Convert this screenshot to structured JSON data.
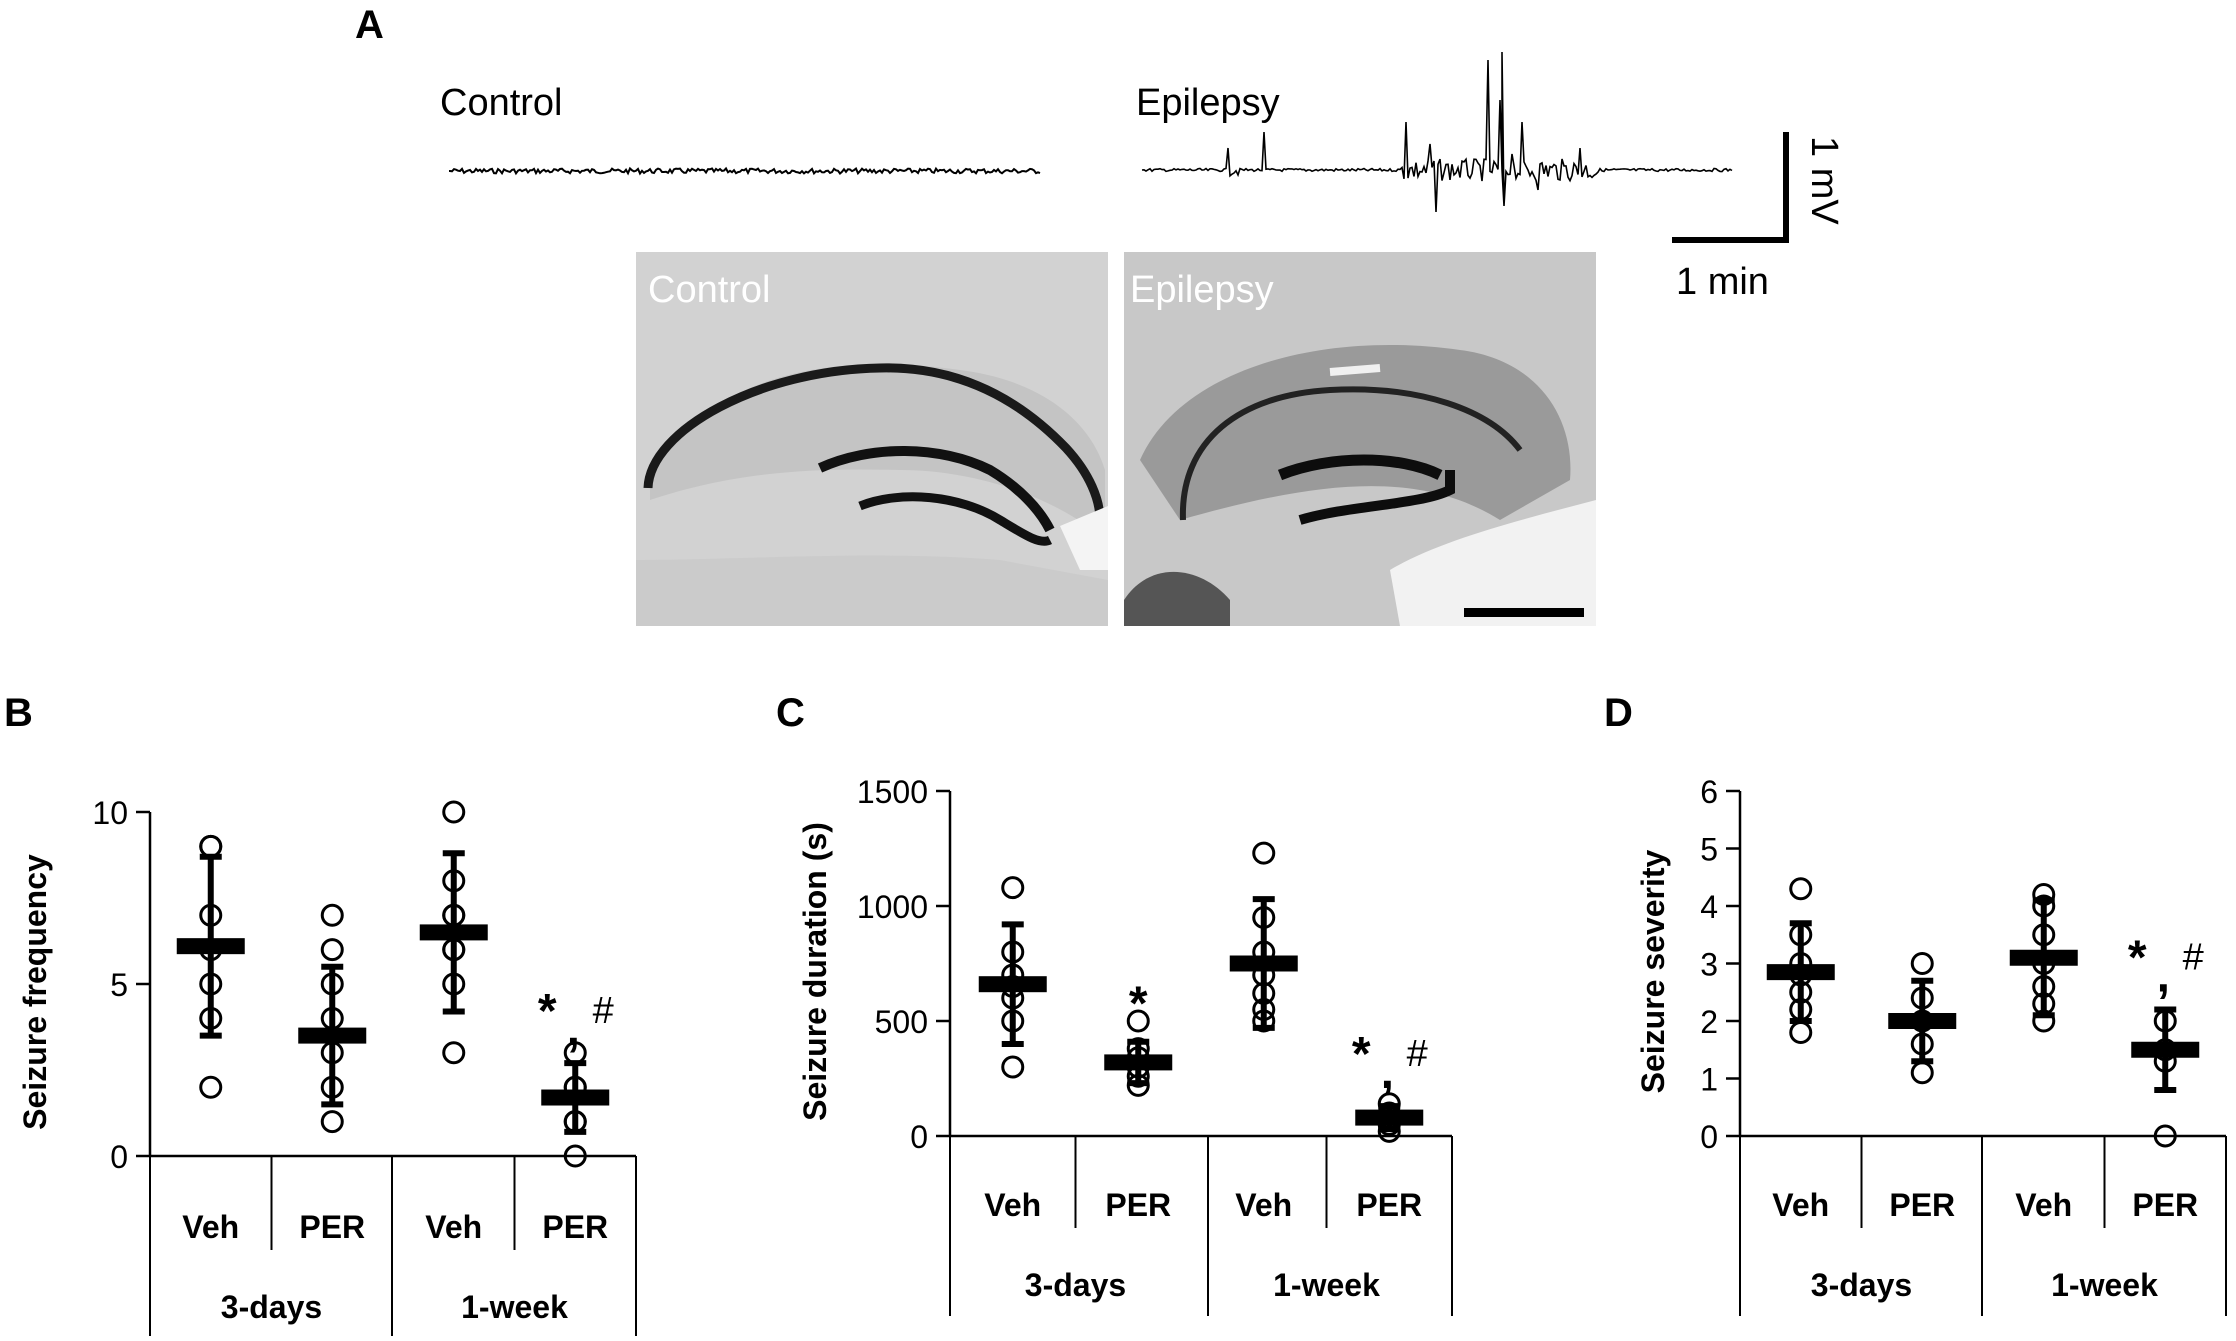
{
  "figure": {
    "panel_a": {
      "label": "A",
      "trace_control_label": "Control",
      "trace_epilepsy_label": "Epilepsy",
      "scale_bar_voltage": "1 mV",
      "scale_bar_time": "1 min",
      "image_control_label": "Control",
      "image_epilepsy_label": "Epilepsy"
    }
  },
  "chart_data": [
    {
      "panel": "B",
      "type": "scatter",
      "ylabel": "Seizure frequency",
      "ylim": [
        0,
        10
      ],
      "yticks": [
        0,
        5,
        10
      ],
      "categories": [
        "Veh",
        "PER",
        "Veh",
        "PER"
      ],
      "groups": [
        "3-days",
        "1-week"
      ],
      "means": [
        6.1,
        3.5,
        6.5,
        1.7
      ],
      "errors": [
        2.6,
        2.0,
        2.3,
        1.0
      ],
      "points": [
        [
          2,
          4,
          5,
          6,
          7,
          9,
          9
        ],
        [
          1,
          2,
          3,
          4,
          5,
          6,
          7
        ],
        [
          3,
          5,
          6,
          6,
          7,
          7,
          8,
          10
        ],
        [
          0,
          1,
          1,
          2,
          2,
          3
        ]
      ],
      "annotations": [
        "",
        "",
        "",
        "*,#"
      ]
    },
    {
      "panel": "C",
      "type": "scatter",
      "ylabel": "Seizure duration (s)",
      "ylim": [
        0,
        1500
      ],
      "yticks": [
        0,
        500,
        1000,
        1500
      ],
      "categories": [
        "Veh",
        "PER",
        "Veh",
        "PER"
      ],
      "groups": [
        "3-days",
        "1-week"
      ],
      "means": [
        660,
        320,
        750,
        80
      ],
      "errors": [
        260,
        90,
        280,
        50
      ],
      "points": [
        [
          300,
          500,
          600,
          650,
          700,
          800,
          1080
        ],
        [
          220,
          260,
          300,
          340,
          380,
          500
        ],
        [
          500,
          550,
          620,
          700,
          800,
          950,
          1230
        ],
        [
          20,
          50,
          80,
          100,
          140
        ]
      ],
      "annotations": [
        "",
        "*",
        "",
        "*,#"
      ]
    },
    {
      "panel": "D",
      "type": "scatter",
      "ylabel": "Seizure severity",
      "ylim": [
        0,
        6
      ],
      "yticks": [
        0,
        1,
        2,
        3,
        4,
        5,
        6
      ],
      "categories": [
        "Veh",
        "PER",
        "Veh",
        "PER"
      ],
      "groups": [
        "3-days",
        "1-week"
      ],
      "means": [
        2.85,
        2.0,
        3.1,
        1.5
      ],
      "errors": [
        0.85,
        0.7,
        1.0,
        0.7
      ],
      "points": [
        [
          1.8,
          2.2,
          2.5,
          2.8,
          3.0,
          3.5,
          4.3
        ],
        [
          1.1,
          1.6,
          2.0,
          2.4,
          3.0
        ],
        [
          2.0,
          2.3,
          2.6,
          3.0,
          3.5,
          4.0,
          4.2
        ],
        [
          0,
          1.3,
          1.5,
          2.0
        ]
      ],
      "annotations": [
        "",
        "",
        "",
        "*,#"
      ]
    }
  ]
}
